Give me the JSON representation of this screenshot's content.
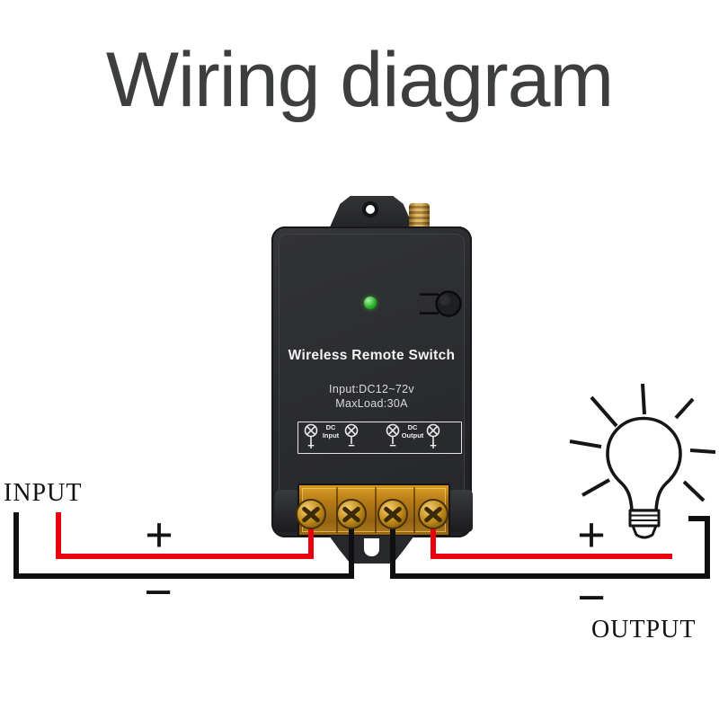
{
  "title": "Wiring diagram",
  "device": {
    "name": "Wireless Remote Switch",
    "spec_line1": "Input:DC12~72v",
    "spec_line2": "MaxLoad:30A",
    "terminals": {
      "input_label_line1": "DC",
      "input_label_line2": "Input",
      "output_label_line1": "DC",
      "output_label_line2": "Output",
      "signs": [
        "+",
        "−",
        "−",
        "+"
      ]
    }
  },
  "input_section": {
    "label": "INPUT",
    "plus": "+",
    "minus": "−"
  },
  "output_section": {
    "label": "OUTPUT",
    "plus": "+",
    "minus": "−"
  },
  "colors": {
    "wire_positive": "#e8000e",
    "wire_negative": "#101010",
    "led_green": "#2eb52d",
    "device_body": "#2b2c2e",
    "terminal_brass": "#c68f1e",
    "sketch_ink": "#161616"
  }
}
